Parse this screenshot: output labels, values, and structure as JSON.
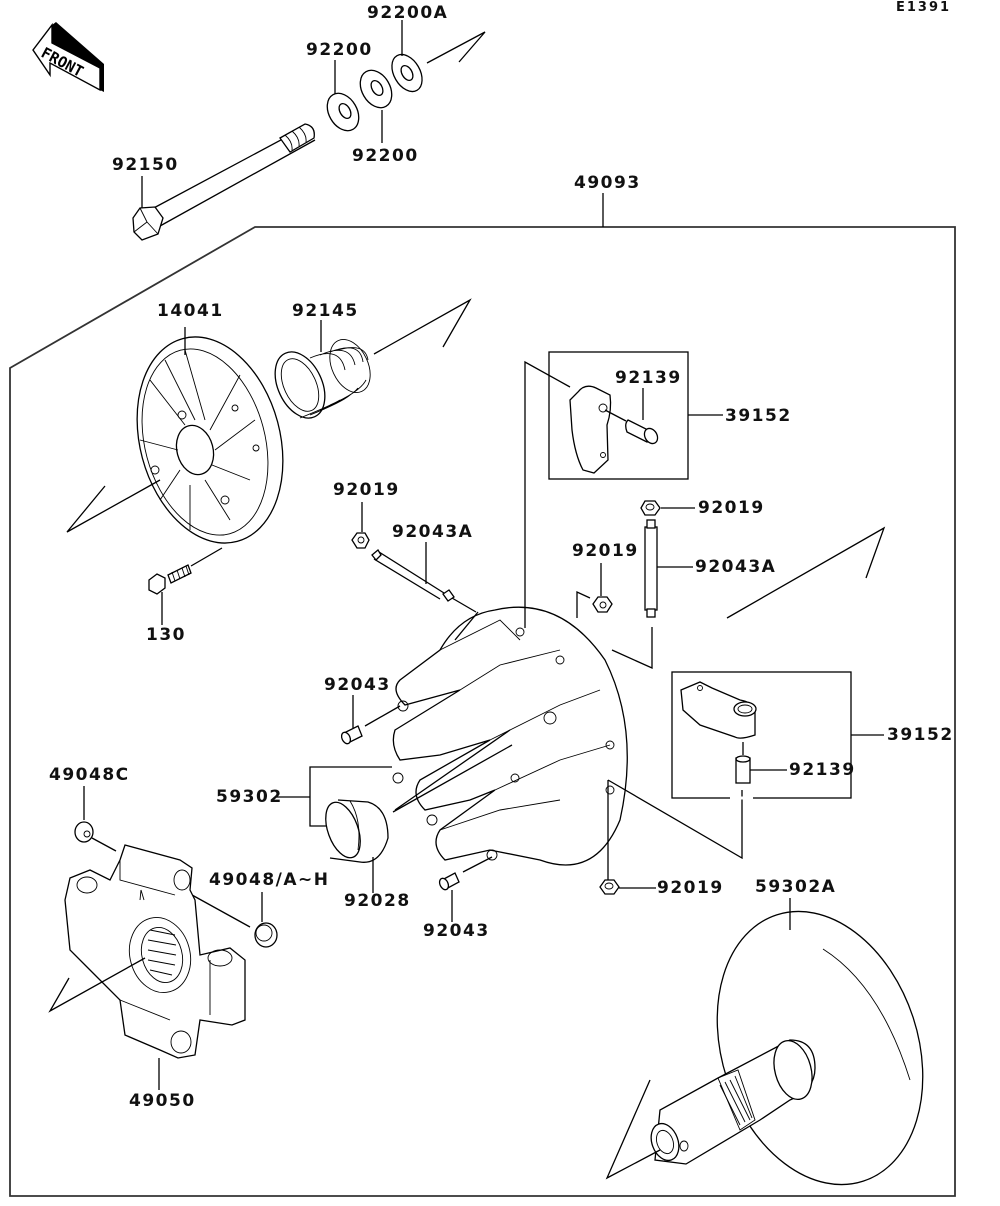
{
  "diagram": {
    "figure_code": "E1391",
    "front_indicator": "FRONT",
    "labels": {
      "p92200A": "92200A",
      "p92200_top": "92200",
      "p92200_bottom": "92200",
      "p92150": "92150",
      "p49093": "49093",
      "p14041": "14041",
      "p92145": "92145",
      "p92139_top": "92139",
      "p39152_top": "39152",
      "p92019_left": "92019",
      "p92043A_left": "92043A",
      "p92019_right_top": "92019",
      "p92019_mid": "92019",
      "p92043A_right": "92043A",
      "p130": "130",
      "p92043_top": "92043",
      "p39152_bottom": "39152",
      "p92139_bottom": "92139",
      "p49048C": "49048C",
      "p59302": "59302",
      "p49048AH": "49048/A~H",
      "p92019_bottom": "92019",
      "p59302A": "59302A",
      "p92028": "92028",
      "p92043_bottom": "92043",
      "p49050": "49050"
    }
  }
}
